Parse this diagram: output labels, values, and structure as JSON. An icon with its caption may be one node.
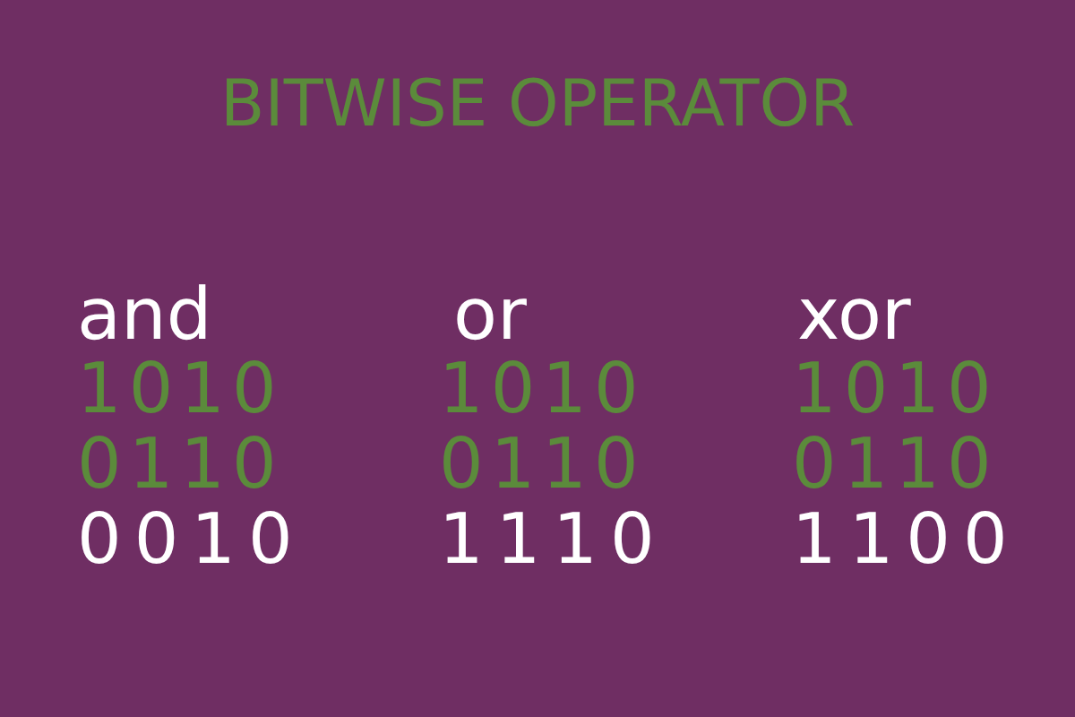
{
  "diagram": {
    "title": "BITWISE OPERATOR",
    "labels": [
      "and",
      "or",
      "xor",
      "1010",
      "1010",
      "1010",
      "0110",
      "0110",
      "0110",
      "0010",
      "1110",
      "1100"
    ]
  }
}
